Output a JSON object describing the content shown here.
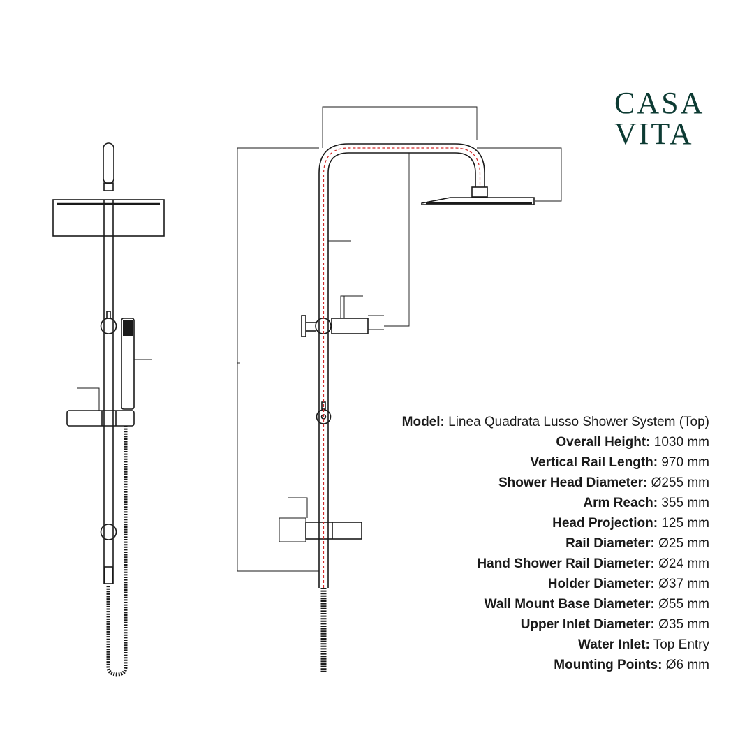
{
  "brand": {
    "line1": "CASA",
    "line2": "VITA",
    "color": "#0d3b33"
  },
  "colors": {
    "ink": "#1a1a1a",
    "water_path": "#d12a2a"
  },
  "specs": [
    {
      "label": "Model:",
      "value": "Linea Quadrata Lusso Shower System (Top)"
    },
    {
      "label": "Overall Height:",
      "value": "1030 mm"
    },
    {
      "label": "Vertical Rail Length:",
      "value": "970 mm"
    },
    {
      "label": "Shower Head Diameter:",
      "value": "Ø255 mm"
    },
    {
      "label": "Arm Reach:",
      "value": "355 mm"
    },
    {
      "label": "Head Projection:",
      "value": "125 mm"
    },
    {
      "label": "Rail Diameter:",
      "value": "Ø25 mm"
    },
    {
      "label": "Hand Shower Rail Diameter:",
      "value": "Ø24 mm"
    },
    {
      "label": "Holder Diameter:",
      "value": "Ø37 mm"
    },
    {
      "label": "Wall Mount Base Diameter:",
      "value": "Ø55 mm"
    },
    {
      "label": "Upper Inlet Diameter:",
      "value": "Ø35 mm"
    },
    {
      "label": "Water Inlet:",
      "value": "Top Entry"
    },
    {
      "label": "Mounting Points:",
      "value": "Ø6 mm"
    }
  ]
}
